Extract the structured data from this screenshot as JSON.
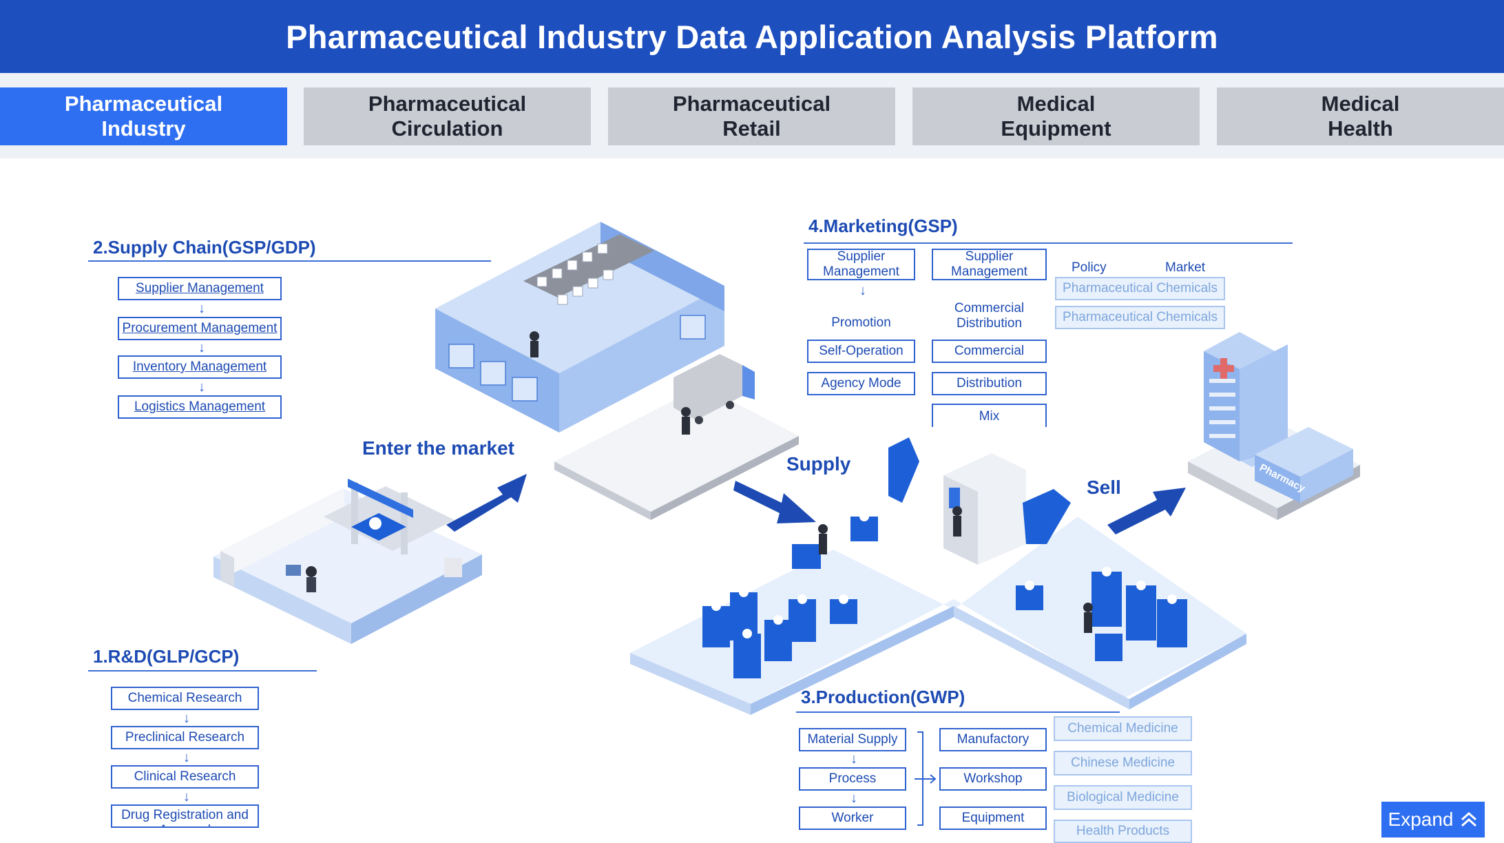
{
  "header": {
    "title": "Pharmaceutical Industry Data Application Analysis Platform"
  },
  "tabs": [
    {
      "label": "Pharmaceutical\nIndustry",
      "active": true
    },
    {
      "label": "Pharmaceutical\nCirculation",
      "active": false
    },
    {
      "label": "Pharmaceutical\nRetail",
      "active": false
    },
    {
      "label": "Medical\nEquipment",
      "active": false
    },
    {
      "label": "Medical\nHealth",
      "active": false
    }
  ],
  "rd": {
    "title": "1.R&D(GLP/GCP)",
    "steps": [
      "Chemical Research",
      "Preclinical Research",
      "Clinical Research",
      "Drug Registration and Approval"
    ]
  },
  "supply_chain": {
    "title": "2.Supply Chain(GSP/GDP)",
    "steps": [
      "Supplier Management",
      "Procurement Management",
      "Inventory Management",
      "Logistics Management"
    ]
  },
  "production": {
    "title": "3.Production(GWP)",
    "inputs": [
      "Material Supply",
      "Process",
      "Worker"
    ],
    "outputs": [
      "Manufactory",
      "Workshop",
      "Equipment"
    ],
    "products": [
      "Chemical Medicine",
      "Chinese Medicine",
      "Biological Medicine",
      "Health Products"
    ]
  },
  "marketing": {
    "title": "4.Marketing(GSP)",
    "col1": {
      "header": "Supplier Management",
      "sub": "Promotion",
      "items": [
        "Self-Operation",
        "Agency Mode"
      ]
    },
    "col2": {
      "header": "Supplier Management",
      "sub": "Commercial Distribution",
      "items": [
        "Commercial",
        "Distribution",
        "Mix"
      ]
    },
    "col3": {
      "labels": [
        "Policy",
        "Market"
      ],
      "items": [
        "Pharmaceutical Chemicals",
        "Pharmaceutical Chemicals"
      ]
    }
  },
  "flow": {
    "enter": "Enter the market",
    "supply": "Supply",
    "sell": "Sell"
  },
  "scene": {
    "pharmacy_sign": "Pharmacy"
  },
  "expand": {
    "label": "Expand"
  },
  "colors": {
    "primary": "#1e4fbf",
    "accent": "#2e6ff2",
    "light": "#dfe9fb"
  }
}
